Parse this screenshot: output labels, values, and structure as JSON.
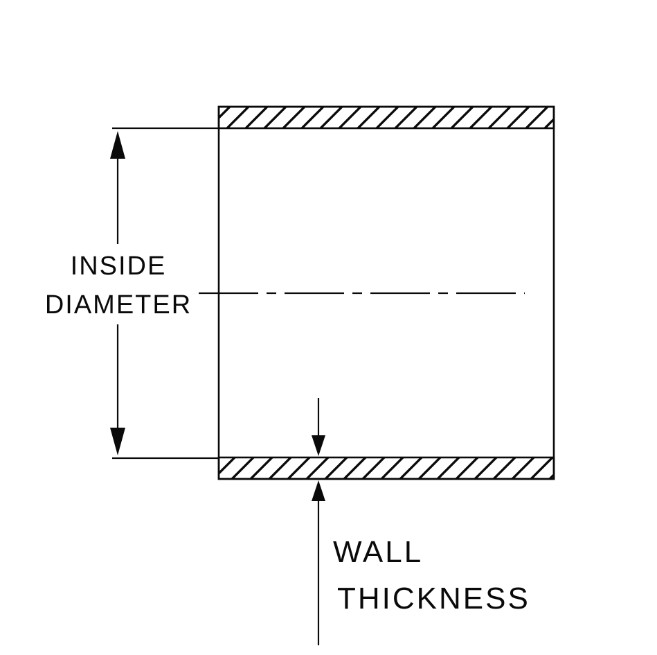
{
  "diagram": {
    "title": "tube-cross-section-dimension-drawing",
    "labels": {
      "inside_diameter": [
        "INSIDE",
        "DIAMETER"
      ],
      "wall_thickness": [
        "WALL",
        "THICKNESS"
      ]
    },
    "colors": {
      "line": "#0a0a0a",
      "background": "#ffffff"
    }
  }
}
